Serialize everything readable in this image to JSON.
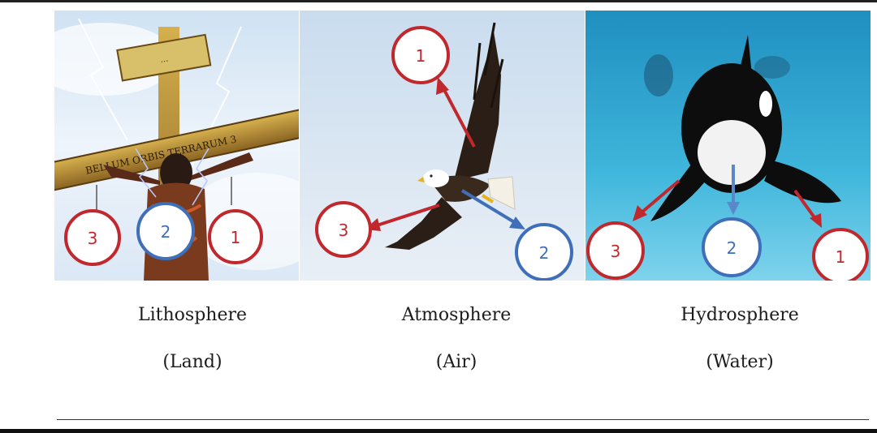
{
  "figure": {
    "panels": [
      {
        "id": "land",
        "title": "Lithosphere",
        "subtitle": "(Land)",
        "sign_text_top": "…",
        "sign_text_bar": "BELLUM ORBIS TERRARUM 3",
        "markers": [
          "3",
          "2",
          "1"
        ]
      },
      {
        "id": "air",
        "title": "Atmosphere",
        "subtitle": "(Air)",
        "markers": [
          "1",
          "3",
          "2"
        ]
      },
      {
        "id": "water",
        "title": "Hydrosphere",
        "subtitle": "(Water)",
        "markers": [
          "3",
          "2",
          "1"
        ]
      }
    ]
  },
  "colors": {
    "marker_red": "#c0282d",
    "marker_blue": "#3f6fb8",
    "caption_text": "#1c1c1c"
  }
}
